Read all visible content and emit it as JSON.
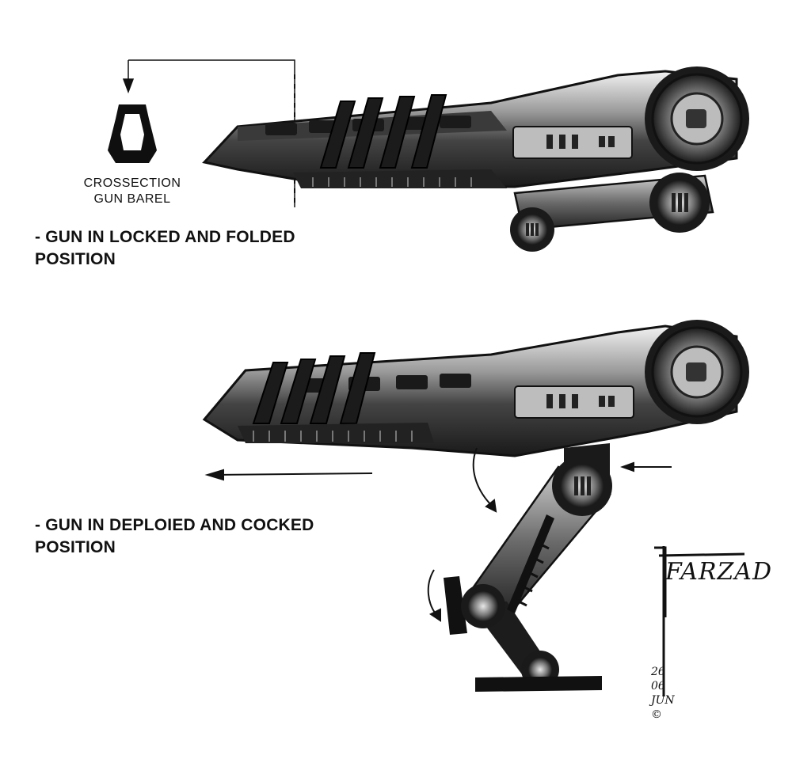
{
  "crossection": {
    "line1": "CROSSECTION",
    "line2": "GUN BAREL"
  },
  "captions": {
    "locked_line1": "-  GUN IN LOCKED AND FOLDED",
    "locked_line2": "POSITION",
    "deployed_line1": "-  GUN IN DEPLOIED AND COCKED",
    "deployed_line2": "POSITION"
  },
  "signature": {
    "name": "FARZAD",
    "date": "26 06 JUN ©"
  },
  "colors": {
    "background": "#ffffff",
    "ink": "#111111",
    "metal_dark": "#2a2a2a",
    "metal_mid": "#8a8a8a",
    "metal_light": "#d8d8d8"
  }
}
